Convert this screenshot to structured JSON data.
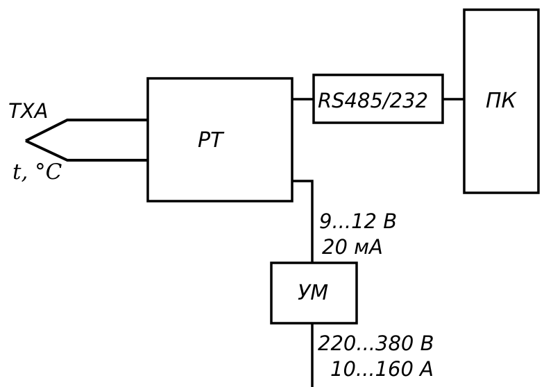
{
  "labels": {
    "sensor_type": "ТХА",
    "sensor_measure": "t, °C",
    "regulator": "РТ",
    "converter": "RS485/232",
    "computer": "ПК",
    "power_module": "УМ",
    "supply_voltage": "9...12 В",
    "supply_current": "20 мА",
    "load_voltage": "220...380 В",
    "load_current": "10...160 А"
  }
}
